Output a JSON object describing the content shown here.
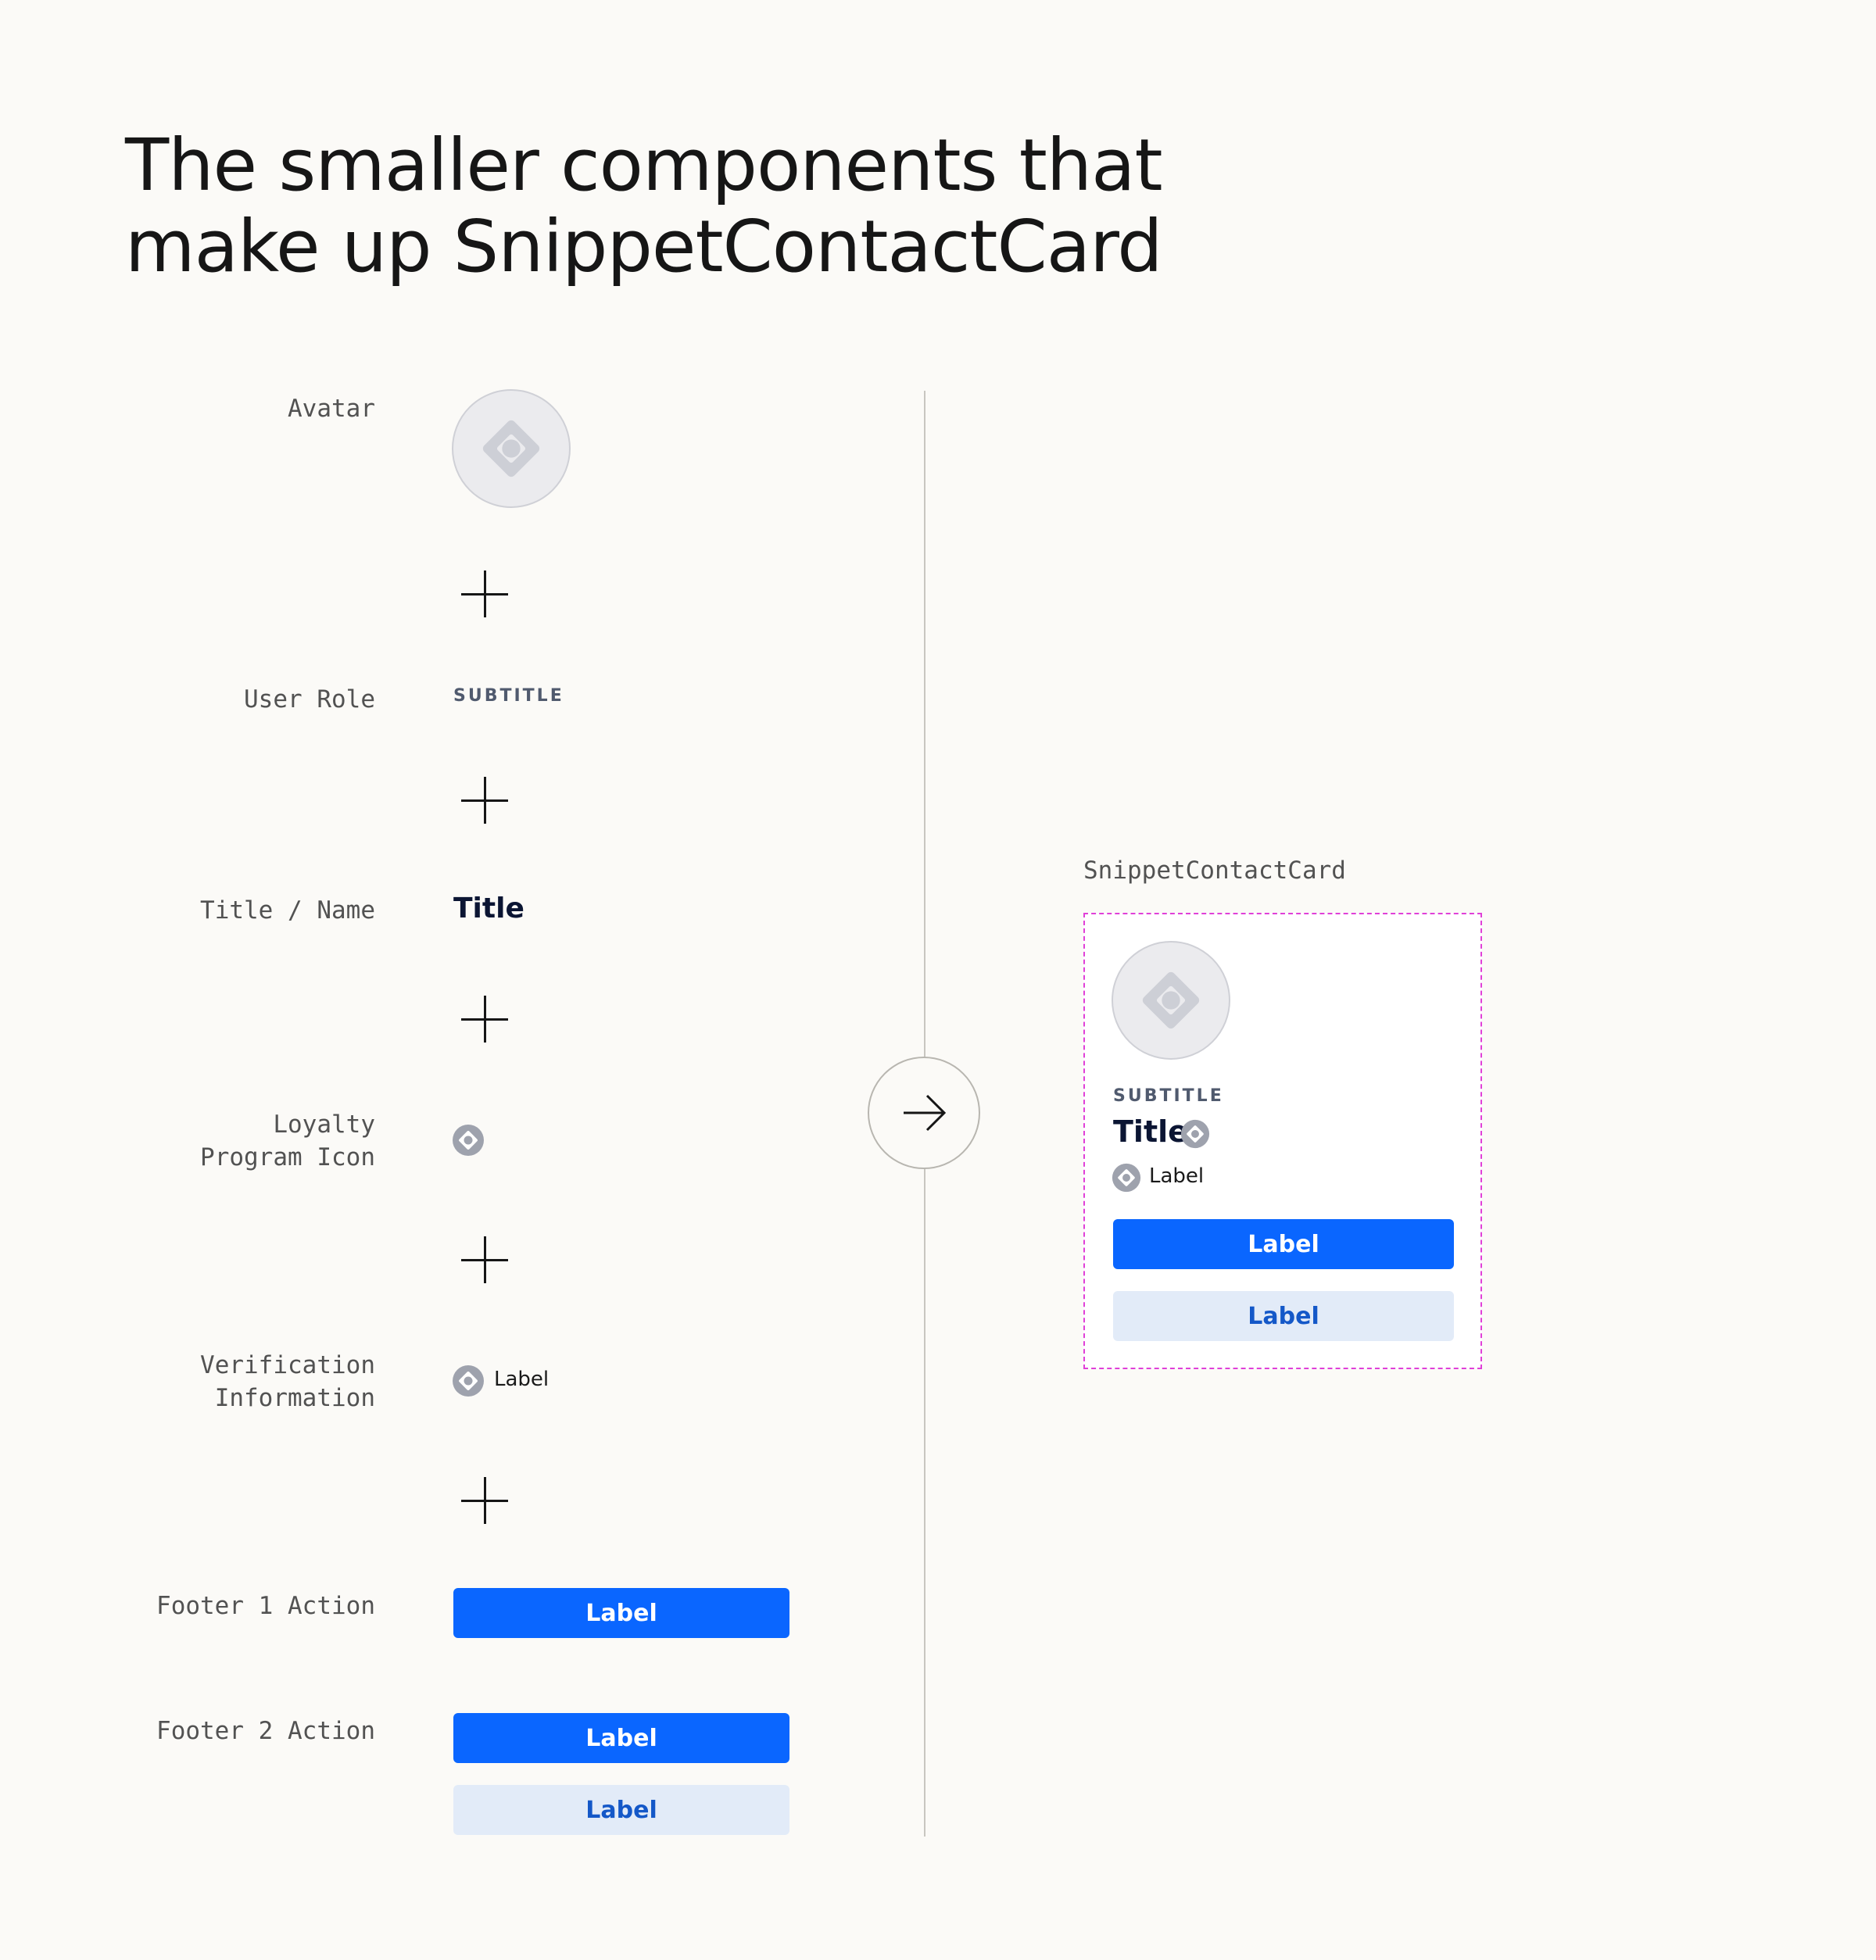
{
  "heading": {
    "line1": "The smaller components that",
    "line2": "make up SnippetContactCard"
  },
  "components": {
    "avatar": {
      "label": "Avatar",
      "icon": "placeholder-diamond-icon"
    },
    "user_role": {
      "label": "User Role",
      "value": "SUBTITLE"
    },
    "title_name": {
      "label": "Title / Name",
      "value": "Title"
    },
    "loyalty": {
      "label_line1": "Loyalty",
      "label_line2": "Program Icon",
      "icon": "placeholder-diamond-icon"
    },
    "verification": {
      "label_line1": "Verification",
      "label_line2": "Information",
      "value": "Label"
    },
    "footer1": {
      "label": "Footer 1 Action",
      "button_primary": "Label"
    },
    "footer2": {
      "label": "Footer 2 Action",
      "button_primary": "Label",
      "button_secondary": "Label"
    }
  },
  "card": {
    "caption": "SnippetContactCard",
    "subtitle": "SUBTITLE",
    "title": "Title",
    "verification_label": "Label",
    "button_primary": "Label",
    "button_secondary": "Label"
  },
  "colors": {
    "background": "#fbfaf7",
    "primary_button": "#0a66ff",
    "secondary_button": "#e2ebf8",
    "secondary_button_text": "#1458c8",
    "card_outline": "#e040d8",
    "icon_gray": "#9ea2ad"
  }
}
